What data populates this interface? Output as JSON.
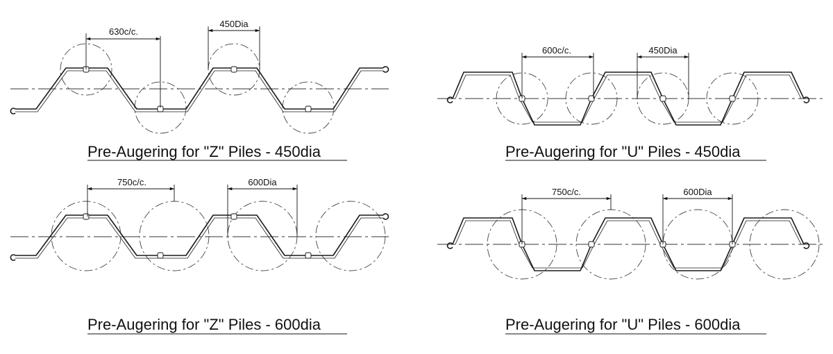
{
  "panels": [
    {
      "id": "z450",
      "title": "Pre-Augering for \"Z\" Piles - 450dia",
      "spacing_label": "630c/c.",
      "dia_label": "450Dia"
    },
    {
      "id": "u450",
      "title": "Pre-Augering for \"U\" Piles - 450dia",
      "spacing_label": "600c/c.",
      "dia_label": "450Dia"
    },
    {
      "id": "z600",
      "title": "Pre-Augering for \"Z\" Piles - 600dia",
      "spacing_label": "750c/c.",
      "dia_label": "600Dia"
    },
    {
      "id": "u600",
      "title": "Pre-Augering for \"U\" Piles - 600dia",
      "spacing_label": "750c/c.",
      "dia_label": "600Dia"
    }
  ]
}
